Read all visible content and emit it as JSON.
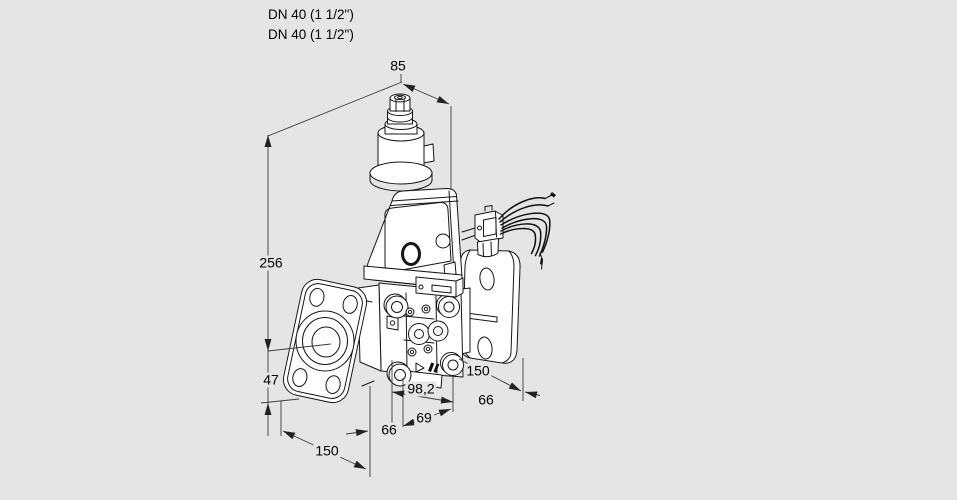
{
  "colors": {
    "background": "#e5e5e5",
    "drawing_line": "#151515",
    "dimension_line": "#3c3c3c",
    "text": "#000000"
  },
  "product": {
    "line1": "DN 40 (1 1/2\")",
    "line2": "DN 40 (1 1/2\")"
  },
  "dims": {
    "d85": "85",
    "d256": "256",
    "d47": "47",
    "d150_left": "150",
    "d66_left": "66",
    "d69": "69",
    "d98_2": "98,2",
    "d150_right": "150",
    "d66_right": "66"
  }
}
